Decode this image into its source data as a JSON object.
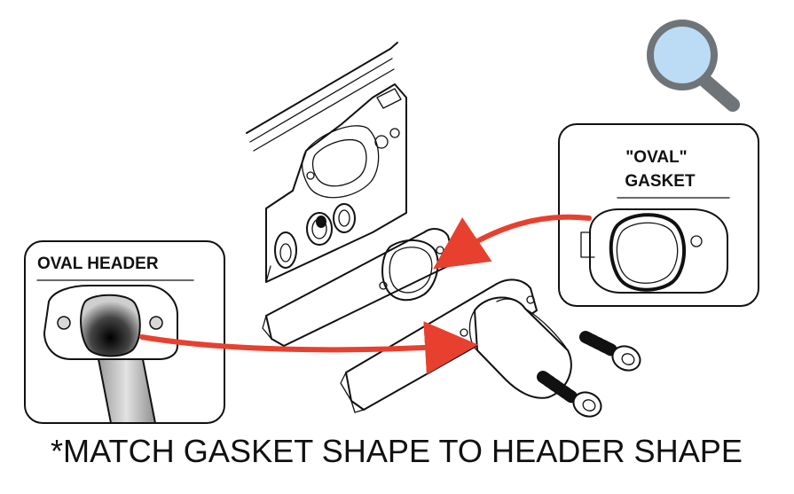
{
  "callouts": {
    "oval_header_label": "OVAL HEADER",
    "oval_gasket_line1": "\"OVAL\"",
    "oval_gasket_line2": "GASKET"
  },
  "caption": "*MATCH GASKET SHAPE TO HEADER SHAPE",
  "icons": {
    "zoom": "magnifier-icon"
  },
  "colors": {
    "arrow": "#e8402f",
    "lens_fill": "#bcdcf6",
    "magnifier_frame": "#6f7478",
    "ink": "#111111"
  }
}
